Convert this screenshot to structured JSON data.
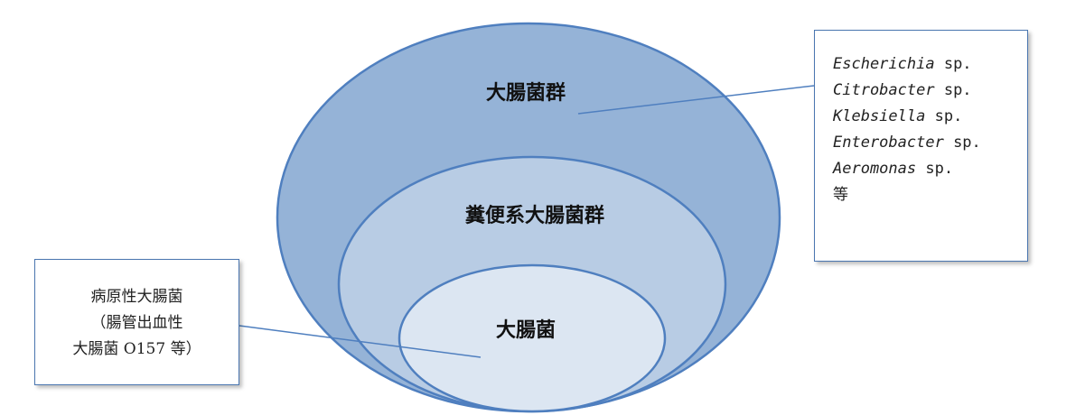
{
  "diagram": {
    "rings": [
      {
        "id": "outer",
        "label": "大腸菌群",
        "fill": "#95b3d7",
        "stroke": "#4f7fbf"
      },
      {
        "id": "middle",
        "label": "糞便系大腸菌群",
        "fill": "#b8cce4",
        "stroke": "#4f7fbf"
      },
      {
        "id": "inner",
        "label": "大腸菌",
        "fill": "#dce6f2",
        "stroke": "#4f7fbf"
      }
    ],
    "callout_left": {
      "lines": [
        "病原性大腸菌",
        "（腸管出血性",
        "大腸菌 O157 等）"
      ]
    },
    "callout_right": {
      "items": [
        {
          "genus": "Escherichia",
          "suffix": " sp."
        },
        {
          "genus": "Citrobacter",
          "suffix": " sp."
        },
        {
          "genus": "Klebsiella",
          "suffix": " sp."
        },
        {
          "genus": "Enterobacter",
          "suffix": " sp."
        },
        {
          "genus": "Aeromonas",
          "suffix": " sp."
        }
      ],
      "trailing": "等"
    }
  }
}
